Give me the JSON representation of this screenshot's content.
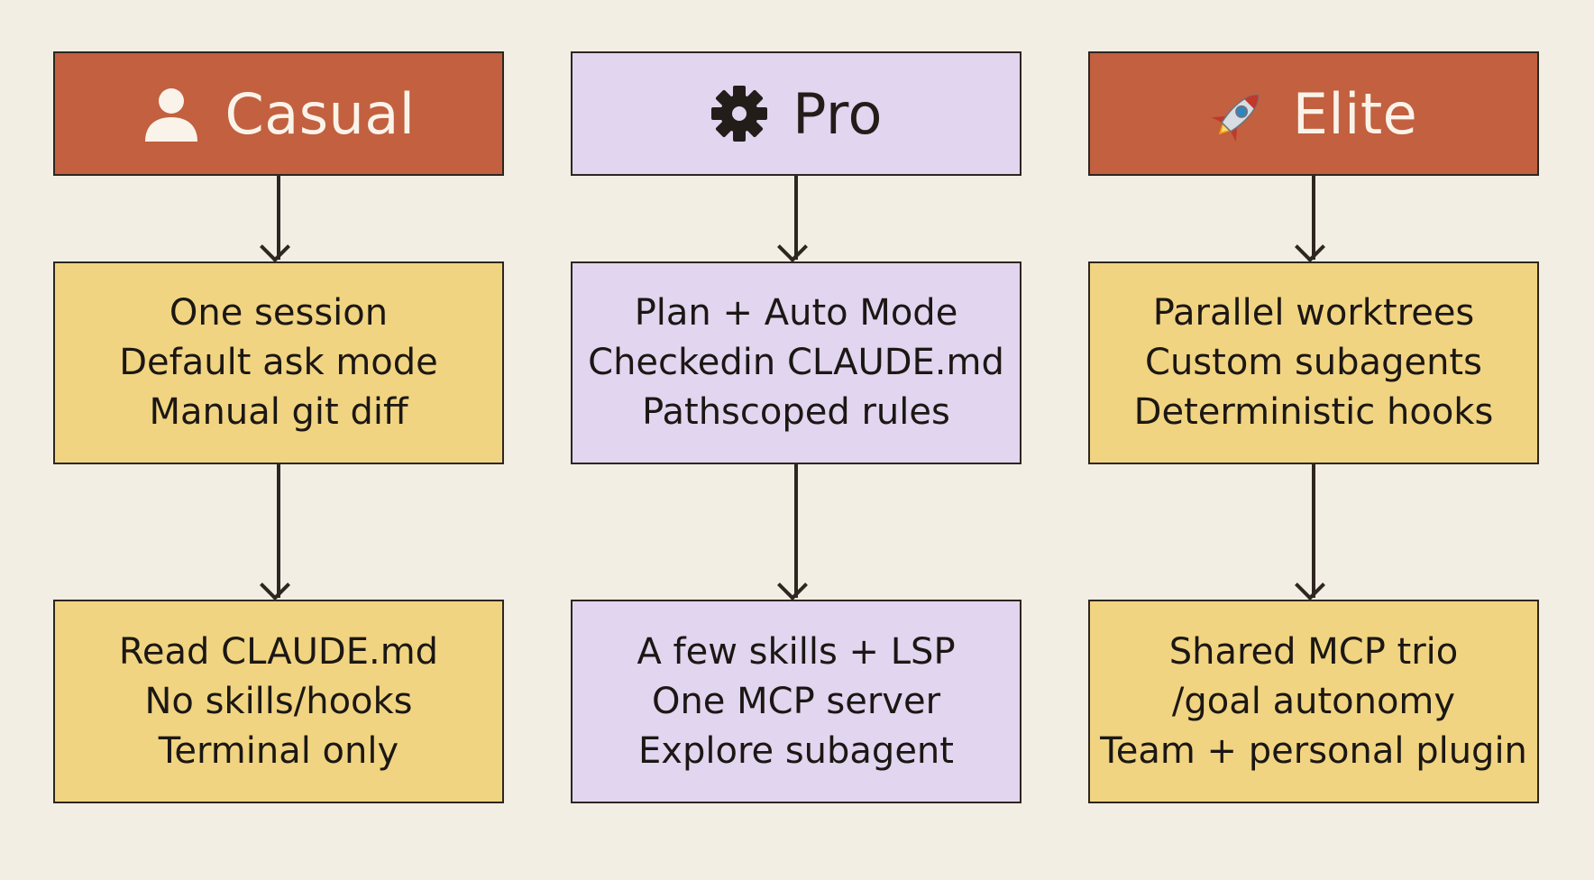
{
  "columns": [
    {
      "title": "Casual",
      "icon": "person-icon",
      "header_color": "#c2603f",
      "stage2": [
        "One session",
        "Default ask mode",
        "Manual git diff"
      ],
      "stage3": [
        "Read CLAUDE.md",
        "No skills/hooks",
        "Terminal only"
      ]
    },
    {
      "title": "Pro",
      "icon": "gear-icon",
      "header_color": "#e1d5ef",
      "stage2": [
        "Plan + Auto Mode",
        "Checkedin CLAUDE.md",
        "Pathscoped rules"
      ],
      "stage3": [
        "A few skills + LSP",
        "One MCP server",
        "Explore subagent"
      ]
    },
    {
      "title": "Elite",
      "icon": "rocket-icon",
      "header_color": "#c2603f",
      "stage2": [
        "Parallel worktrees",
        "Custom subagents",
        "Deterministic hooks"
      ],
      "stage3": [
        "Shared MCP trio",
        "/goal autonomy",
        "Team + personal plugin"
      ]
    }
  ],
  "colors": {
    "background": "#f2eee4",
    "rust": "#c2603f",
    "lavender": "#e1d5ef",
    "yellow": "#f1d481",
    "border": "#2e2620"
  }
}
